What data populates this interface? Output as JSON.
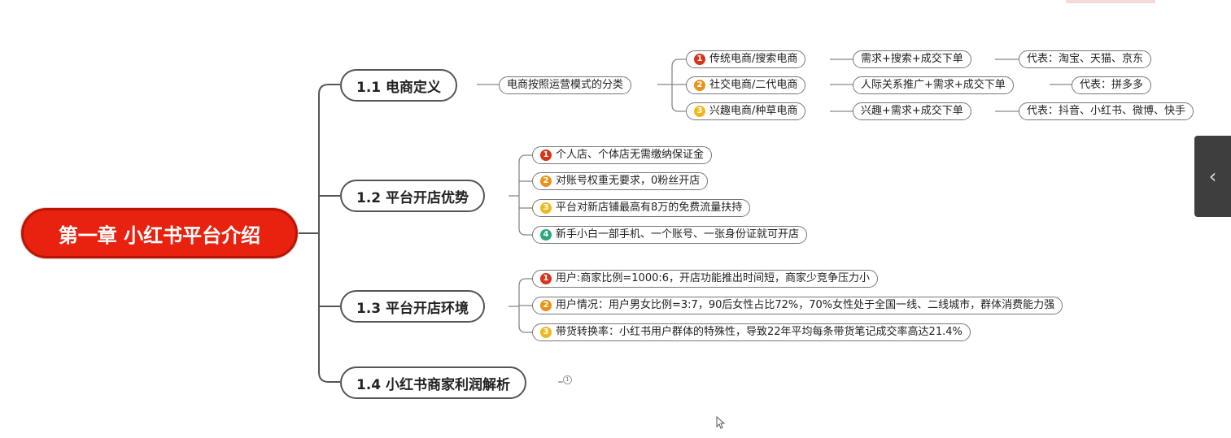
{
  "root": {
    "label": "第一章  小红书平台介绍"
  },
  "sections": [
    {
      "label": "1.1  电商定义",
      "classification": "电商按照运营模式的分类",
      "types": [
        {
          "badge": "1",
          "name": "传统电商/搜索电商",
          "flow": "需求+搜索+成交下单",
          "examples": "代表：淘宝、天猫、京东"
        },
        {
          "badge": "2",
          "name": "社交电商/二代电商",
          "flow": "人际关系推广+需求+成交下单",
          "examples": "代表：拼多多"
        },
        {
          "badge": "3",
          "name": "兴趣电商/种草电商",
          "flow": "兴趣+需求+成交下单",
          "examples": "代表：抖音、小红书、微博、快手"
        }
      ]
    },
    {
      "label": "1.2  平台开店优势",
      "items": [
        {
          "badge": "1",
          "text": "个人店、个体店无需缴纳保证金"
        },
        {
          "badge": "2",
          "text": "对账号权重无要求，0粉丝开店"
        },
        {
          "badge": "3",
          "text": "平台对新店铺最高有8万的免费流量扶持"
        },
        {
          "badge": "4",
          "text": "新手小白一部手机、一个账号、一张身份证就可开店"
        }
      ]
    },
    {
      "label": "1.3  平台开店环境",
      "items": [
        {
          "badge": "1",
          "text": "用户:商家比例=1000:6，开店功能推出时间短，商家少竞争压力小"
        },
        {
          "badge": "2",
          "text": "用户情况：用户男女比例=3:7，90后女性占比72%，70%女性处于全国一线、二线城市，群体消费能力强"
        },
        {
          "badge": "3",
          "text": "带货转换率：小红书用户群体的特殊性，导致22年平均每条带货笔记成交率高达21.4%"
        }
      ]
    },
    {
      "label": "1.4  小红书商家利润解析",
      "collapsed_count": "1"
    }
  ],
  "side_panel": {
    "toggle_icon": "chevron-left-icon",
    "glyph": "‹"
  },
  "colors": {
    "root_fill": "#e8220f",
    "badge1": "#d7341c",
    "badge2": "#e8921b",
    "badge3": "#f0b820",
    "badge4": "#2aa876"
  }
}
